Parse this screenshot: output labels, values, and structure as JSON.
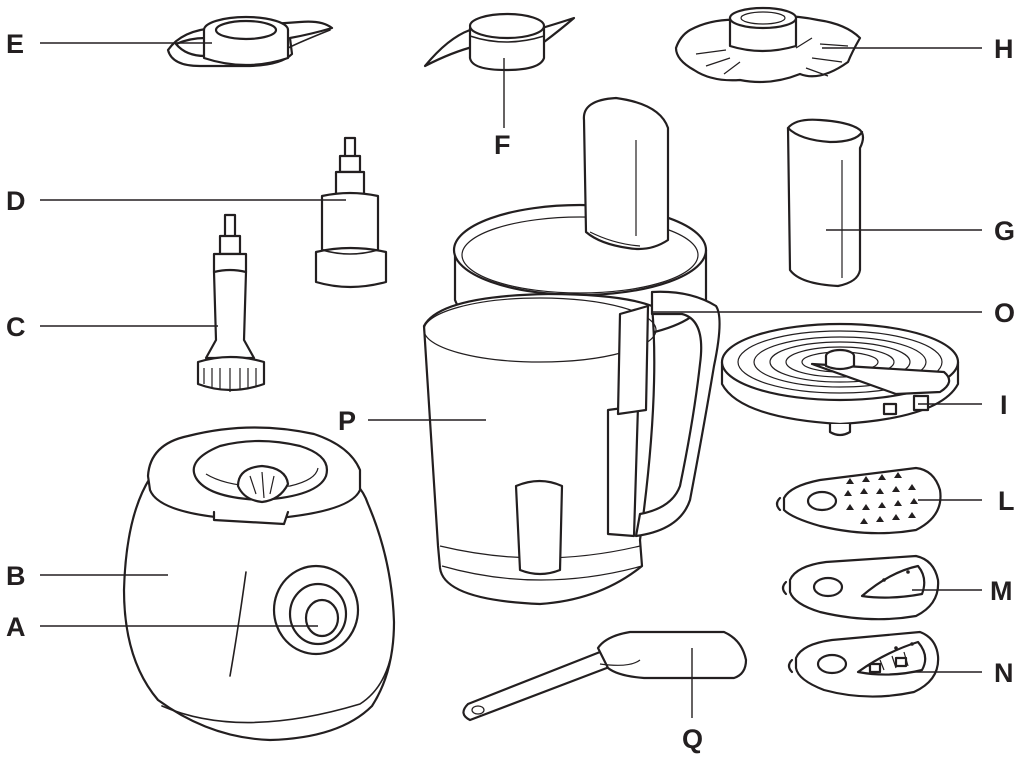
{
  "labels": {
    "a": "A",
    "b": "B",
    "c": "C",
    "d": "D",
    "e": "E",
    "f": "F",
    "g": "G",
    "h": "H",
    "i": "I",
    "l": "L",
    "m": "M",
    "n": "N",
    "o": "O",
    "p": "P",
    "q": "Q"
  },
  "colors": {
    "ink": "#231f20",
    "paper": "#ffffff"
  }
}
